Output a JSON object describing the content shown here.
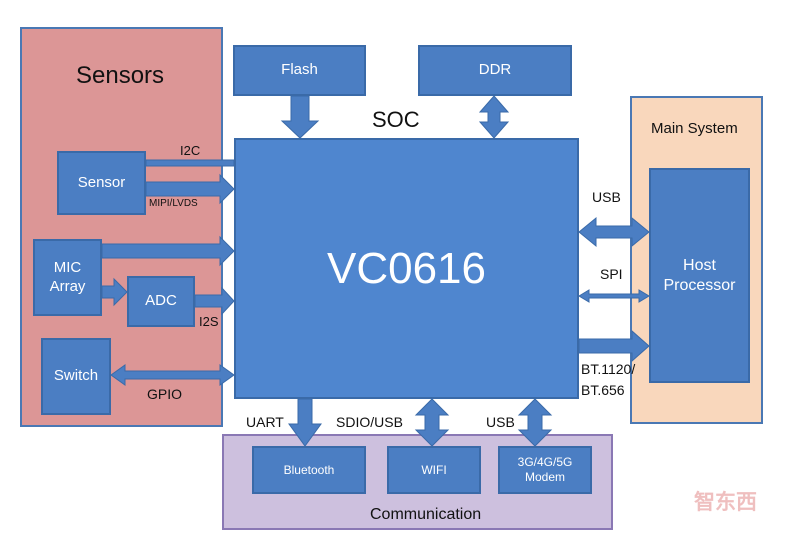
{
  "sensors": {
    "title": "Sensors",
    "sensor": "Sensor",
    "mic_array": "MIC\nArray",
    "adc": "ADC",
    "switch": "Switch"
  },
  "memory": {
    "flash": "Flash",
    "ddr": "DDR"
  },
  "soc": {
    "label": "SOC",
    "chip": "VC0616"
  },
  "main_system": {
    "title": "Main System",
    "host": "Host\nProcessor"
  },
  "communication": {
    "title": "Communication",
    "bluetooth": "Bluetooth",
    "wifi": "WIFI",
    "modem": "3G/4G/5G\nModem"
  },
  "interfaces": {
    "i2c": "I2C",
    "mipi_lvds": "MIPI/LVDS",
    "i2s": "I2S",
    "gpio": "GPIO",
    "usb_host": "USB",
    "spi": "SPI",
    "bt1120": "BT.1120/",
    "bt656": "BT.656",
    "uart": "UART",
    "sdio_usb": "SDIO/USB",
    "usb_comm": "USB"
  },
  "colors": {
    "block_fill": "#4b7ec3",
    "sensors_bg": "#dc9696",
    "main_system_bg": "#f9d7bc",
    "communication_bg": "#cdc0de"
  }
}
